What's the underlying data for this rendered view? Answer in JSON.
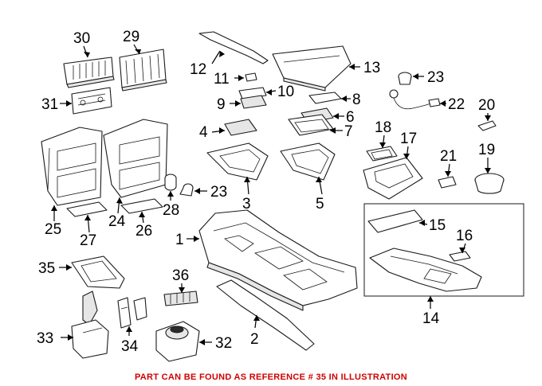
{
  "diagram": {
    "labels": {
      "p1": "1",
      "p2": "2",
      "p3": "3",
      "p4": "4",
      "p5": "5",
      "p6": "6",
      "p7": "7",
      "p8": "8",
      "p9": "9",
      "p10": "10",
      "p11": "11",
      "p12": "12",
      "p13": "13",
      "p14": "14",
      "p15": "15",
      "p16": "16",
      "p17": "17",
      "p18": "18",
      "p19": "19",
      "p20": "20",
      "p21": "21",
      "p22": "22",
      "p23a": "23",
      "p23b": "23",
      "p24": "24",
      "p25": "25",
      "p26": "26",
      "p27": "27",
      "p28": "28",
      "p29": "29",
      "p30": "30",
      "p31": "31",
      "p32": "32",
      "p33": "33",
      "p34": "34",
      "p35": "35",
      "p36": "36"
    },
    "footer_note": "PART CAN BE FOUND AS REFERENCE # 35 IN ILLUSTRATION",
    "footer_color": "#d00000"
  }
}
